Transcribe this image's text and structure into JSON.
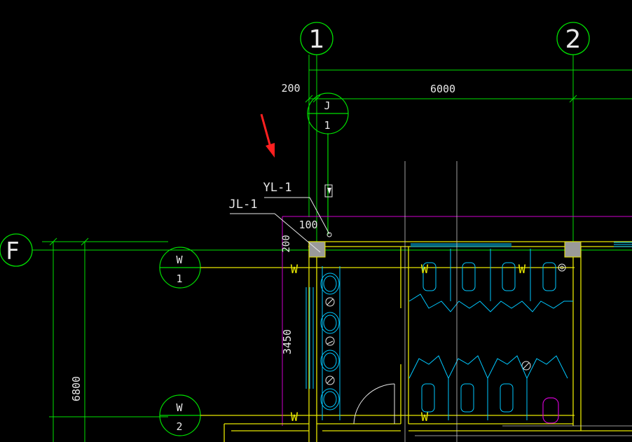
{
  "colors": {
    "background": "#000000",
    "grid_line": "#00e000",
    "dimension": "#00e000",
    "wall": "#e8e800",
    "boundary": "#d000d0",
    "fixture": "#00c8ff",
    "aux": "#c8c8c8",
    "highlight": "#ff2020",
    "column_fill": "#9a9a9a"
  },
  "axes": {
    "axis_1": "1",
    "axis_2": "2",
    "axis_f": "F"
  },
  "bubbles": {
    "j1_top": "J",
    "j1_bottom": "1",
    "w1_top": "W",
    "w1_bottom": "1",
    "w2_top": "W",
    "w2_bottom": "2"
  },
  "dimensions": {
    "d_200_top": "200",
    "d_6000": "6000",
    "d_100": "100",
    "d_200_side": "200",
    "d_3450": "3450",
    "d_6800": "6800"
  },
  "pipes": {
    "yl": "YL-1",
    "jl": "JL-1"
  },
  "w_marks": {
    "w_a": "W",
    "w_b": "W",
    "w_c": "W",
    "w_d": "W",
    "w_e": "W"
  }
}
